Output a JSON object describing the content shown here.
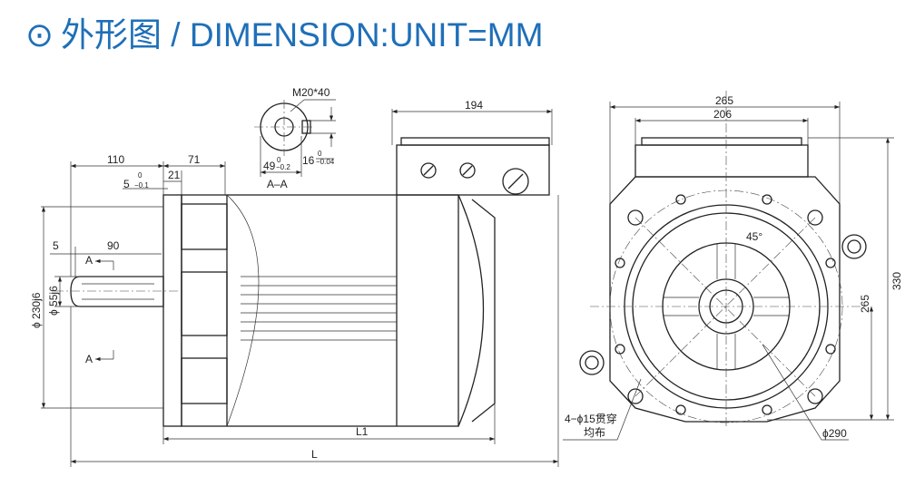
{
  "header": {
    "icon": "target-circle-icon",
    "title": "外形图 / DIMENSION:UNIT=MM"
  },
  "colors": {
    "title": "#1f6fb8",
    "line": "#222222"
  },
  "section": {
    "label": "A–A",
    "thread": "M20*40",
    "width": "49",
    "width_tol_upper": "0",
    "width_tol_lower": "−0.2",
    "key": "16",
    "key_tol_upper": "0",
    "key_tol_lower": "−0.04"
  },
  "side_view": {
    "shaft_length": "110",
    "flange_to_body": "71",
    "flange_step": "21",
    "spigot": "5",
    "spigot_tol_upper": "0",
    "spigot_tol_lower": "−0.1",
    "key_offset": "5",
    "key_length": "90",
    "section_mark": "A",
    "spigot_dia": "ϕ 230j6",
    "shaft_dia": "ϕ 55j6",
    "box_length": "194",
    "L1": "L1",
    "L": "L"
  },
  "front_view": {
    "width_outer": "265",
    "width_box": "206",
    "height_total": "330",
    "center_height": "265",
    "holes_line1": "4−ϕ15贯穿",
    "holes_line2": "均布",
    "pcd": "ϕ290",
    "angle": "45°"
  }
}
